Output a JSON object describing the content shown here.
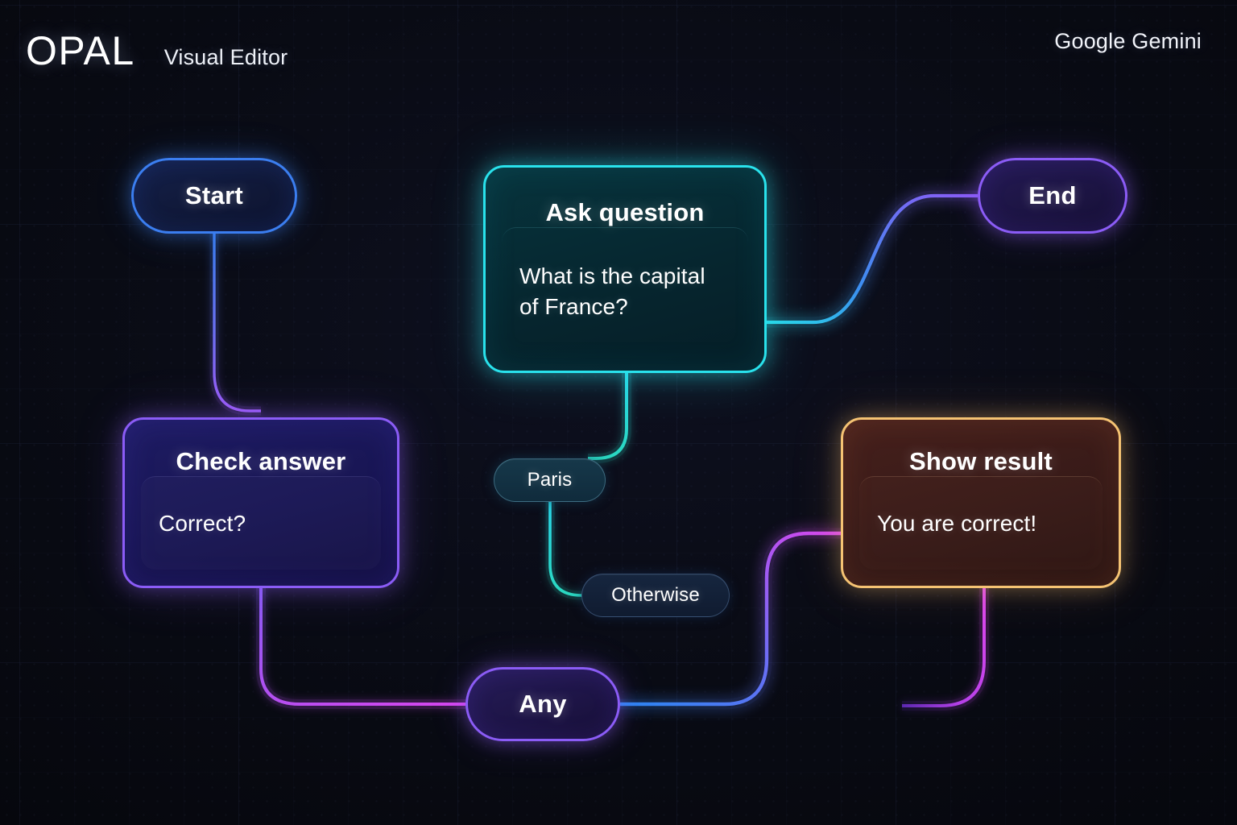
{
  "header": {
    "logo": "OPAL",
    "subtitle": "Visual Editor",
    "right_label": "Google Gemini"
  },
  "canvas": {
    "background_color": "#090b14",
    "grid": true
  },
  "nodes": [
    {
      "id": "start",
      "label": "Start",
      "shape": "pill",
      "accent": "#3b7ef0"
    },
    {
      "id": "ask",
      "title": "Ask question",
      "body": "What is the capital of France?",
      "shape": "card",
      "accent": "#29e2ec"
    },
    {
      "id": "end",
      "label": "End",
      "shape": "pill",
      "accent": "#8b5cf6"
    },
    {
      "id": "check",
      "title": "Check answer",
      "body": "Correct?",
      "shape": "card",
      "accent": "#8b5cf6"
    },
    {
      "id": "show",
      "title": "Show result",
      "body": "You are correct!",
      "shape": "card",
      "accent": "#f5c373"
    },
    {
      "id": "any",
      "label": "Any",
      "shape": "pill",
      "accent": "#8b5cf6"
    }
  ],
  "edge_labels": [
    {
      "id": "paris",
      "label": "Paris"
    },
    {
      "id": "otherwise",
      "label": "Otherwise"
    }
  ],
  "edges": [
    {
      "from": "start",
      "to": "ask",
      "colors": [
        "#3b7ef0",
        "#2aa8e8"
      ]
    },
    {
      "from": "start",
      "to": "check",
      "colors": [
        "#3b7ef0",
        "#8b5cf6"
      ]
    },
    {
      "from": "ask",
      "to": "end",
      "colors": [
        "#2ad7e8",
        "#8b5cf6"
      ]
    },
    {
      "from": "ask",
      "to": "paris",
      "colors": [
        "#2ad7c8",
        "#2ad7e8"
      ]
    },
    {
      "from": "check",
      "to": "paris",
      "colors": [
        "#3b7ef0",
        "#2aa8e8"
      ]
    },
    {
      "from": "paris",
      "to": "otherwise",
      "colors": [
        "#2ad7c8",
        "#2ad7e8"
      ]
    },
    {
      "from": "check",
      "to": "any",
      "colors": [
        "#8b5cf6",
        "#d946ef"
      ]
    },
    {
      "from": "any",
      "to": "show",
      "colors": [
        "#2a86f0",
        "#d946ef"
      ]
    },
    {
      "from": "show",
      "to": "out",
      "colors": [
        "#d946ef",
        "#7c3aed"
      ]
    }
  ]
}
